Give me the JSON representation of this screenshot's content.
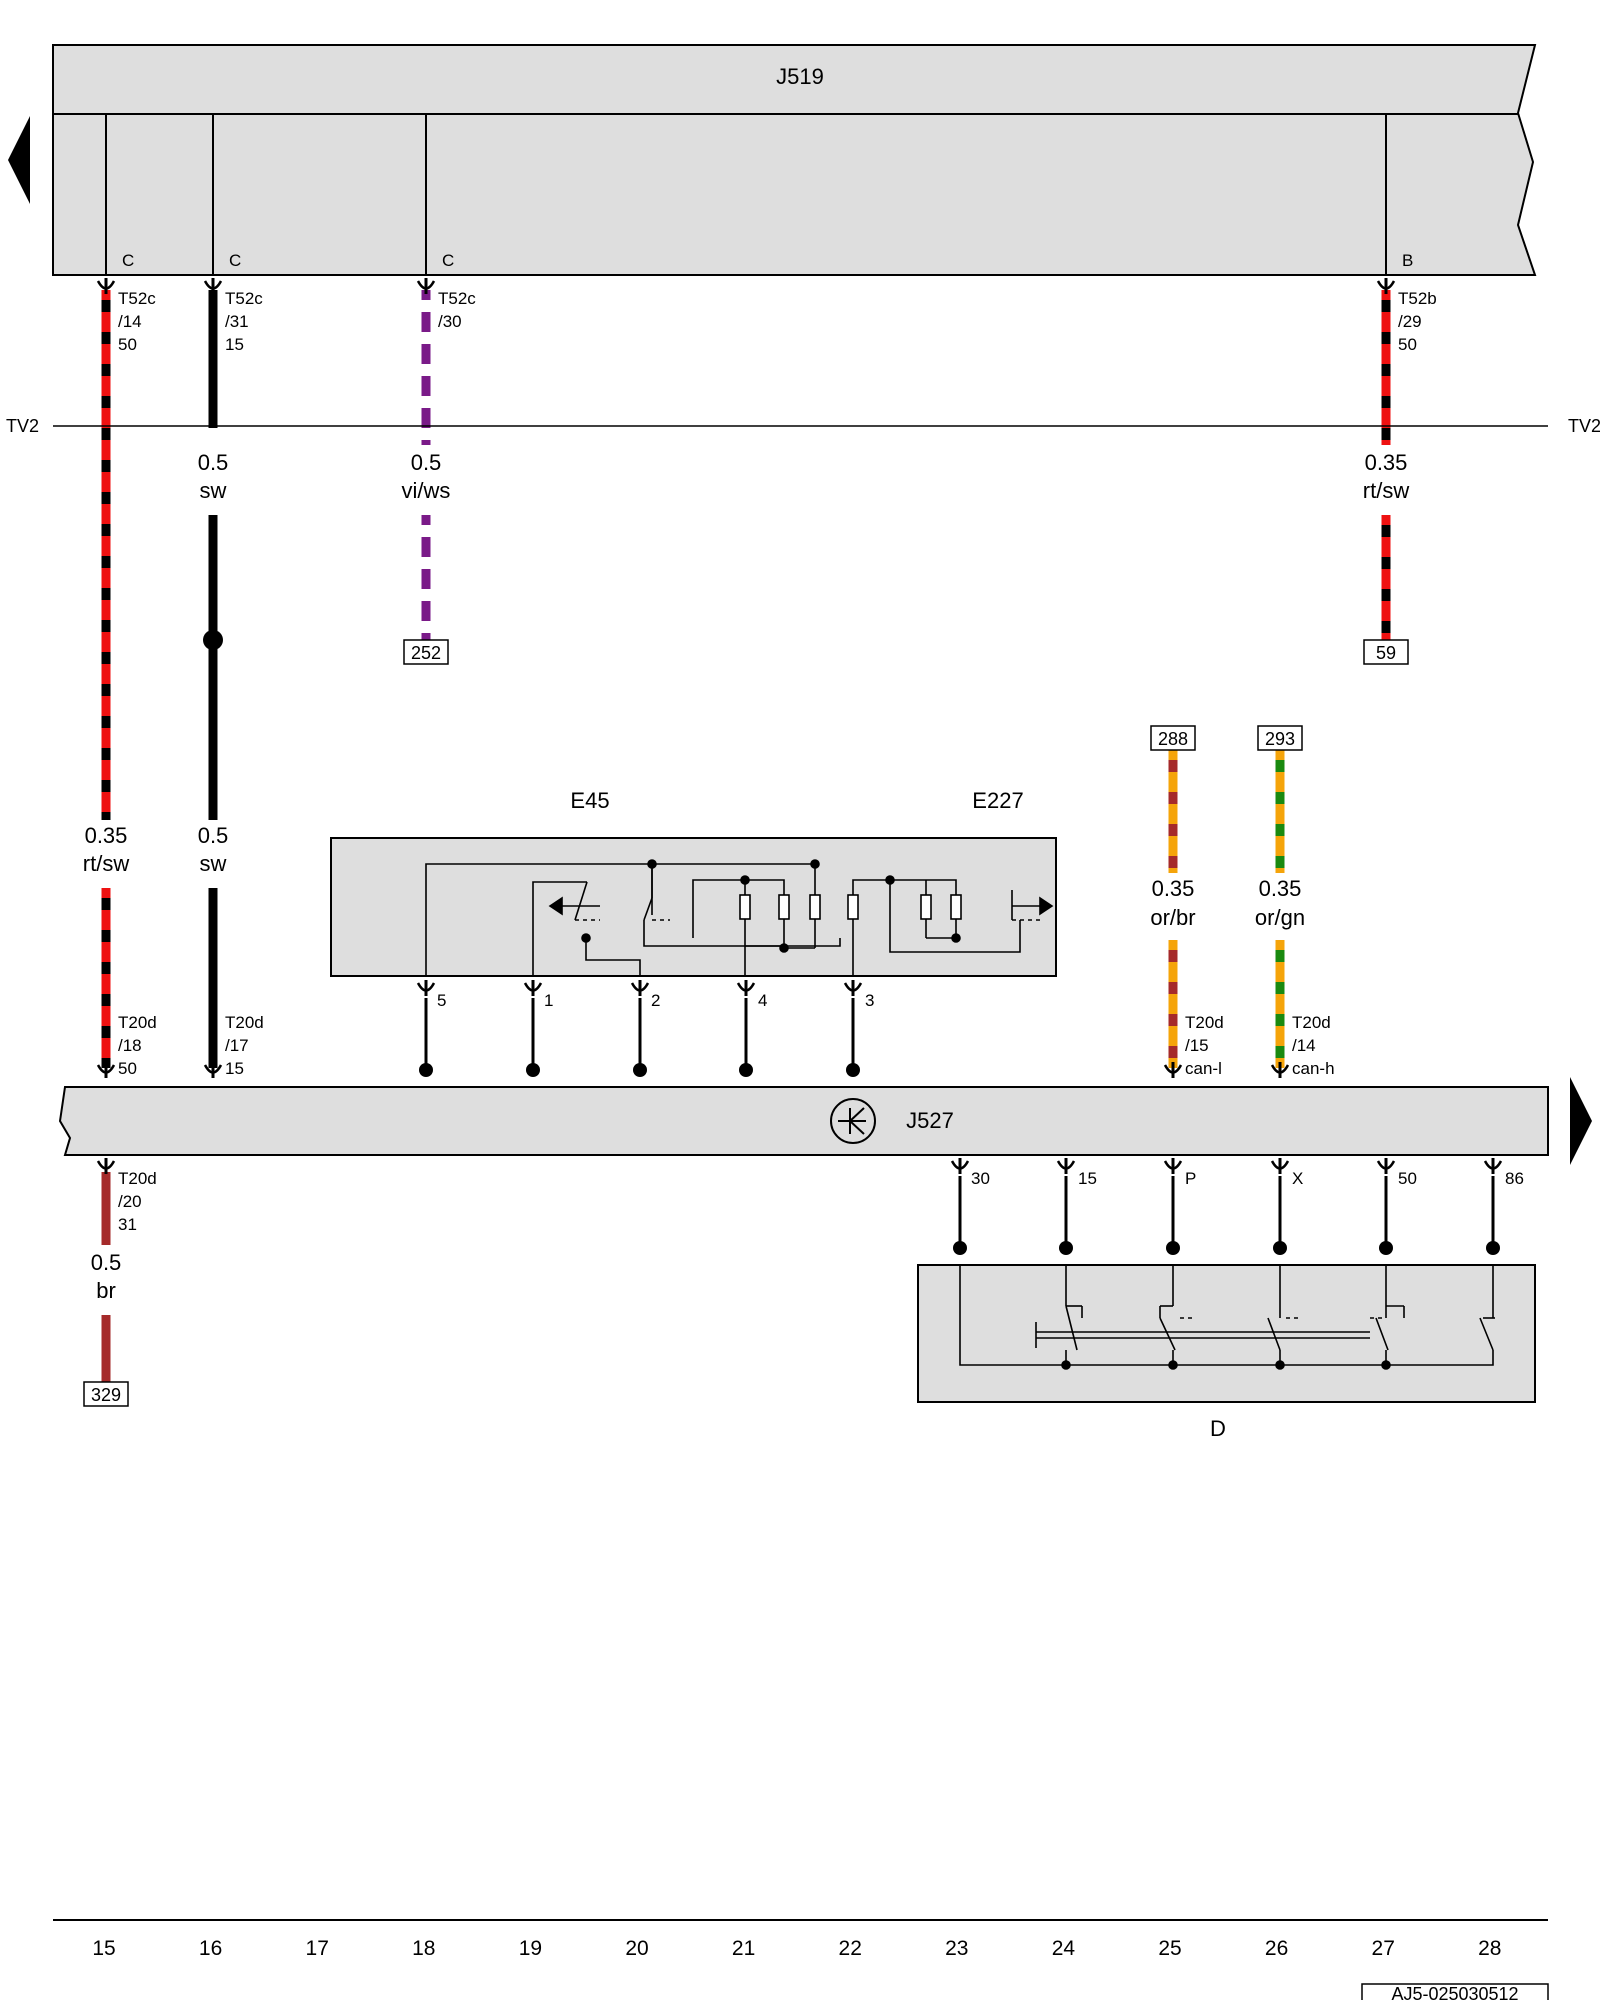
{
  "modules": {
    "j519": {
      "label": "J519"
    },
    "j527": {
      "label": "J527"
    },
    "e45": {
      "label": "E45"
    },
    "e227": {
      "label": "E227"
    },
    "d": {
      "label": "D"
    }
  },
  "separator": {
    "left": "TV2",
    "right": "TV2"
  },
  "j519_pins": [
    {
      "side": "C",
      "connector": "T52c",
      "pin": "/14",
      "term": "50"
    },
    {
      "side": "C",
      "connector": "T52c",
      "pin": "/31",
      "term": "15"
    },
    {
      "side": "C",
      "connector": "T52c",
      "pin": "/30",
      "term": ""
    },
    {
      "side": "B",
      "connector": "T52b",
      "pin": "/29",
      "term": "50"
    }
  ],
  "wires": [
    {
      "gauge": "0.35",
      "color": "rt/sw",
      "base": "#ee1111",
      "stripe": "#000000"
    },
    {
      "gauge": "0.5",
      "color": "sw",
      "base": "#000000",
      "stripe": ""
    },
    {
      "gauge": "0.5",
      "color": "vi/ws",
      "base": "#7a1a88",
      "stripe": "#ffffff"
    },
    {
      "gauge": "0.35",
      "color": "rt/sw",
      "base": "#ee1111",
      "stripe": "#000000"
    },
    {
      "gauge": "0.35",
      "color": "rt/sw",
      "base": "#ee1111",
      "stripe": "#000000"
    },
    {
      "gauge": "0.5",
      "color": "sw",
      "base": "#000000",
      "stripe": ""
    },
    {
      "gauge": "0.35",
      "color": "or/br",
      "base": "#f5a40a",
      "stripe": "#a52a2a"
    },
    {
      "gauge": "0.35",
      "color": "or/gn",
      "base": "#f5a40a",
      "stripe": "#1a8a10"
    },
    {
      "gauge": "0.5",
      "color": "br",
      "base": "#a52a2a",
      "stripe": ""
    }
  ],
  "references": [
    "252",
    "59",
    "288",
    "293",
    "329"
  ],
  "e45_pins": [
    "5",
    "1",
    "2",
    "4",
    "3"
  ],
  "j527_top_pins": [
    {
      "connector": "T20d",
      "pin": "/18",
      "term": "50"
    },
    {
      "connector": "T20d",
      "pin": "/17",
      "term": "15"
    },
    {
      "connector": "T20d",
      "pin": "/15",
      "term": "can-l"
    },
    {
      "connector": "T20d",
      "pin": "/14",
      "term": "can-h"
    }
  ],
  "j527_bottom_pin": {
    "connector": "T20d",
    "pin": "/20",
    "term": "31"
  },
  "d_pins": [
    "30",
    "15",
    "P",
    "X",
    "50",
    "86"
  ],
  "columns": [
    "15",
    "16",
    "17",
    "18",
    "19",
    "20",
    "21",
    "22",
    "23",
    "24",
    "25",
    "26",
    "27",
    "28"
  ],
  "image_code": "AJ5-025030512"
}
